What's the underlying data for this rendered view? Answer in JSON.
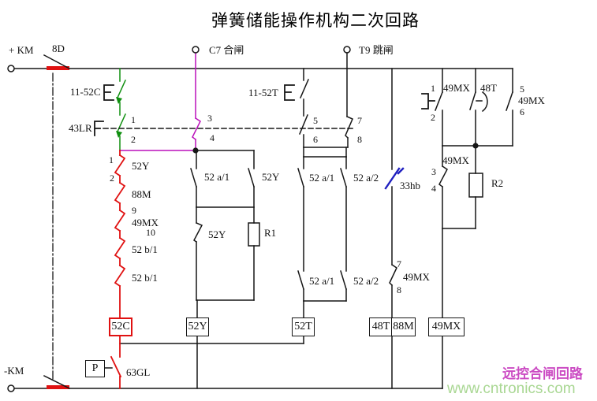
{
  "title": "弹簧储能操作机构二次回路",
  "colors": {
    "wire": "#161616",
    "close_wire_green": "#0f8f0f",
    "close_wire_magenta": "#bb11bb",
    "coil_wire_red": "#e01111",
    "spring_contact_blue": "#2020c0",
    "note_pink": "#cb4bc3",
    "watermark_green": "#a9d793"
  },
  "rails": {
    "positive": "+ KM",
    "negative": "-KM",
    "knife_switch": "8D"
  },
  "terminals": {
    "close": "C7 合闸",
    "trip": "T9 跳闸"
  },
  "close_circuit": {
    "aux_switch": "11-52C",
    "latch_relay": "43LR",
    "latch_pins": {
      "p1": "1",
      "p2": "2",
      "p3": "3",
      "p4": "4"
    },
    "chain": {
      "pin1": "1",
      "pin2": "2",
      "c1": "52Y",
      "c2": "88M",
      "pin9": "9",
      "c3": "49MX",
      "pin10": "10",
      "c4": "52 b/1",
      "c5": "52 b/1"
    },
    "coil": "52C",
    "pressure_gauge": "P",
    "pressure_switch": "63GL"
  },
  "motor_circuit": {
    "row1": {
      "left": "52 a/1",
      "right": "52Y"
    },
    "row2": {
      "left": "52Y",
      "right": "R1"
    },
    "coil": "52Y"
  },
  "trip_circuit": {
    "aux_switch": "11-52T",
    "latch_pins": {
      "p5": "5",
      "p6": "6",
      "p7": "7",
      "p8": "8"
    },
    "row1": {
      "left": "52 a/1",
      "right": "52 a/2"
    },
    "row2": {
      "left": "52 a/1",
      "right": "52 a/2"
    },
    "coil": "52T"
  },
  "alarm_circuit": {
    "spring_switch": "33hb",
    "contact_78": {
      "pin7": "7",
      "label": "49MX",
      "pin8": "8"
    },
    "coil_left": "48T",
    "coil_right": "88M"
  },
  "aux_relay_circuit": {
    "branch1": {
      "pin1": "1",
      "pin2": "2",
      "label": "49MX"
    },
    "timer": {
      "label": "48T"
    },
    "branch3": {
      "pin5": "5",
      "label": "49MX",
      "pin6": "6"
    },
    "branch4": {
      "pin3": "3",
      "pin4": "4",
      "label": "49MX"
    },
    "resistor": "R2",
    "coil": "49MX"
  },
  "footer": {
    "note": "远控合闸回路",
    "watermark": "www.cntronics.com"
  }
}
